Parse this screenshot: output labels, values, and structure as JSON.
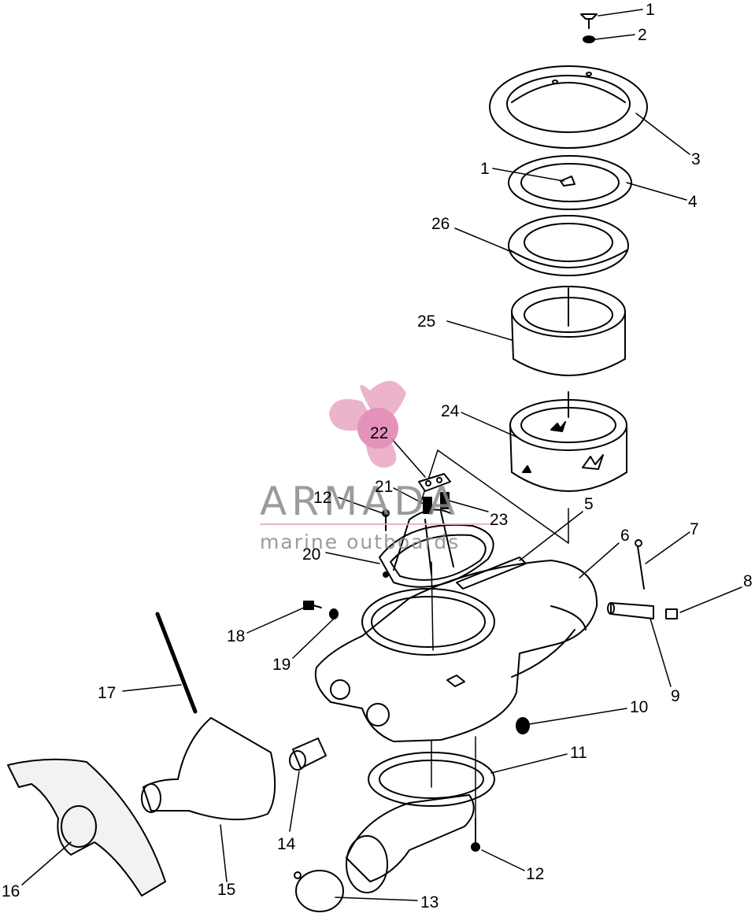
{
  "diagram": {
    "callouts": [
      "1",
      "2",
      "3",
      "1",
      "4",
      "26",
      "25",
      "24",
      "22",
      "21",
      "12",
      "23",
      "5",
      "20",
      "6",
      "7",
      "8",
      "18",
      "19",
      "9",
      "10",
      "17",
      "11",
      "14",
      "15",
      "16",
      "12",
      "13"
    ]
  },
  "watermark": {
    "logo": "propeller-logo",
    "brand": "ARMADA",
    "tagline": "marine outboards",
    "brand_color": "#8a8a8a",
    "accent_color": "#e8a6c4"
  },
  "colors": {
    "line": "#000000",
    "background": "#ffffff"
  }
}
